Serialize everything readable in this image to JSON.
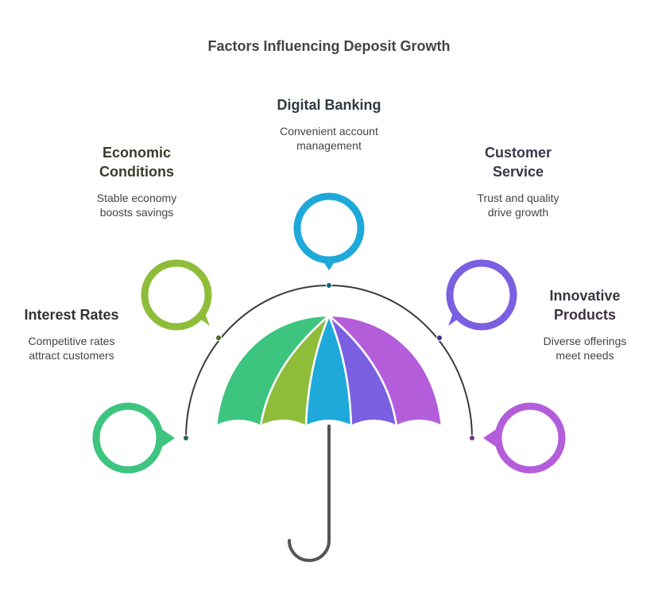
{
  "title": "Factors Influencing Deposit Growth",
  "nodes": [
    {
      "title": "Interest Rates",
      "desc_line1": "Competitive rates",
      "desc_line2": "attract customers",
      "color": "#3dc47e",
      "text_color": "#333333"
    },
    {
      "title_line1": "Economic",
      "title_line2": "Conditions",
      "desc_line1": "Stable economy",
      "desc_line2": "boosts savings",
      "color": "#8ebd3a",
      "text_color": "#3b3b2c"
    },
    {
      "title": "Digital Banking",
      "desc_line1": "Convenient account",
      "desc_line2": "management",
      "color": "#1ea9da",
      "text_color": "#2e3a3f"
    },
    {
      "title_line1": "Customer",
      "title_line2": "Service",
      "desc_line1": "Trust and quality",
      "desc_line2": "drive growth",
      "color": "#7a5fe0",
      "text_color": "#3a3548"
    },
    {
      "title_line1": "Innovative",
      "title_line2": "Products",
      "desc_line1": "Diverse offerings",
      "desc_line2": "meet needs",
      "color": "#b45ddb",
      "text_color": "#3e3444"
    }
  ],
  "umbrella_colors": [
    "#3dc47e",
    "#8ebd3a",
    "#1ea9da",
    "#7a5fe0",
    "#b45ddb"
  ],
  "handle_color": "#555555"
}
